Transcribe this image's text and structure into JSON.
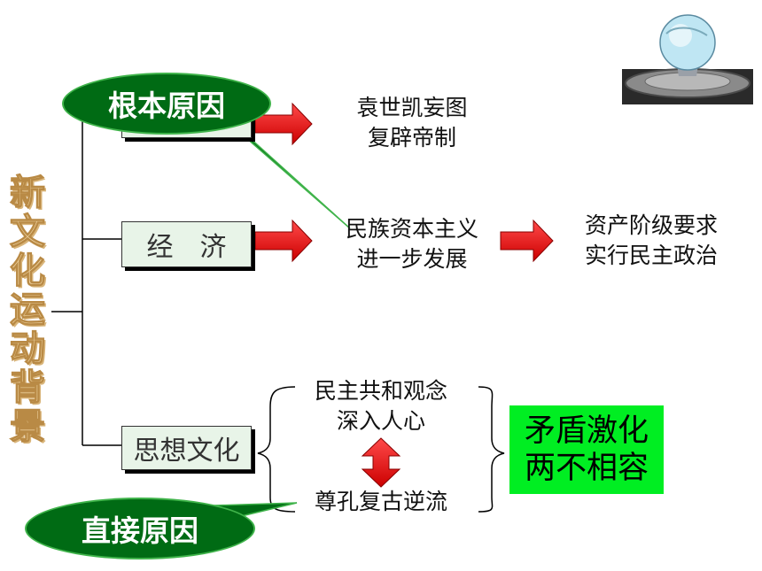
{
  "vertical_title": [
    "新",
    "文",
    "化",
    "运",
    "动",
    "背",
    "景"
  ],
  "branches": {
    "politics_box": "",
    "economy_box": "经　济",
    "culture_box": "思想文化"
  },
  "texts": {
    "yuan_line1": "袁世凯妄图",
    "yuan_line2": "复辟帝制",
    "capital_line1": "民族资本主义",
    "capital_line2": "进一步发展",
    "bourgeois_line1": "资产阶级要求",
    "bourgeois_line2": "实行民主政治",
    "democracy_line1": "民主共和观念",
    "democracy_line2": "深入人心",
    "confucius": "尊孔复古逆流"
  },
  "conflict": {
    "line1": "矛盾激化",
    "line2": "两不相容"
  },
  "callouts": {
    "root_cause": "根本原因",
    "direct_cause": "直接原因"
  },
  "colors": {
    "arrow_red": "#ee1111",
    "callout_green": "#006b14",
    "conflict_green": "#00ee22",
    "title_gold": "#f3d9a8"
  }
}
